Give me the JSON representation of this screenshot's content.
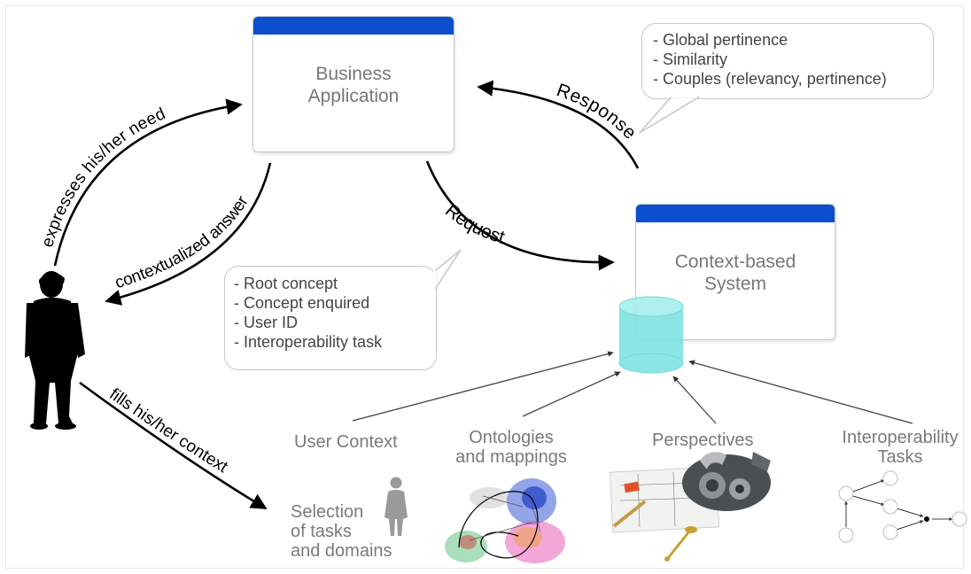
{
  "business_app": {
    "title_line1": "Business",
    "title_line2": "Application"
  },
  "context_system": {
    "title_line1": "Context-based",
    "title_line2": "System"
  },
  "response_callout": {
    "lines": [
      "- Global pertinence",
      "- Similarity",
      "- Couples (relevancy, pertinence)"
    ]
  },
  "request_callout": {
    "lines": [
      "- Root concept",
      "- Concept enquired",
      "- User ID",
      "- Interoperability task"
    ]
  },
  "arrows": {
    "expresses": "expresses his/her need",
    "answer": "contextualized answer",
    "fills": "fills his/her context",
    "response": "Response",
    "request": "Request"
  },
  "sources": {
    "user_context": "User Context",
    "ontologies": [
      "Ontologies",
      "and mappings"
    ],
    "perspectives": "Perspectives",
    "interop_tasks": [
      "Interoperability",
      "Tasks"
    ],
    "selection": [
      "Selection",
      "of tasks",
      "and domains"
    ]
  },
  "colors": {
    "window_bar": "#0b4fce",
    "database": "#7fe3e3",
    "text_gray": "#7a7a7a",
    "arrow": "#000000"
  },
  "icons": [
    "person-icon",
    "small-person-icon",
    "database-icon",
    "graph-network-icon",
    "engineering-drawing-icon",
    "task-graph-icon"
  ]
}
